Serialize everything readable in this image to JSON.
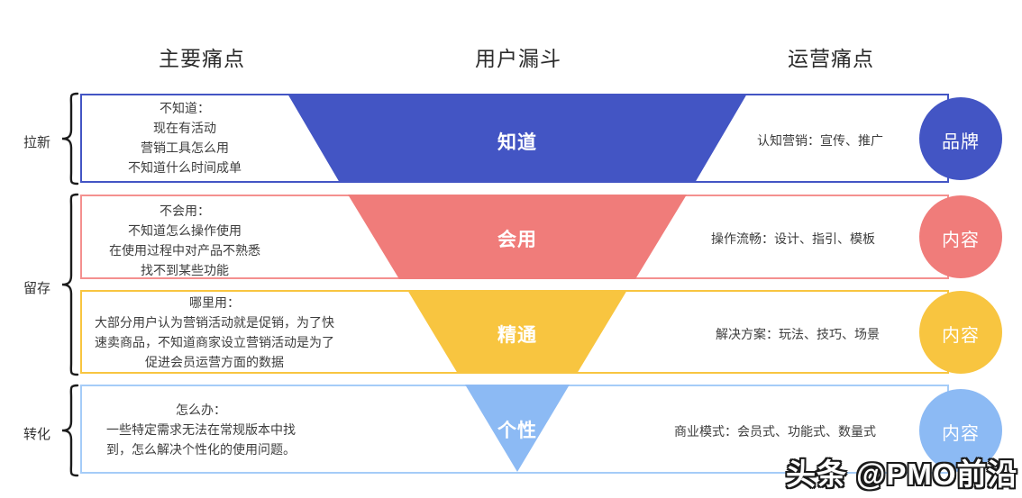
{
  "headers": [
    {
      "label": "主要痛点"
    },
    {
      "label": "用户漏斗"
    },
    {
      "label": "运营痛点"
    }
  ],
  "groups": [
    {
      "label": "拉新"
    },
    {
      "label": "留存"
    },
    {
      "label": "转化"
    }
  ],
  "rows": [
    {
      "pain_lines": [
        "不知道：",
        "现在有活动",
        "营销工具怎么用",
        "不知道什么时间成单"
      ],
      "funnel_label": "知道",
      "ops_text": "认知营销：宣传、推广",
      "circle_label": "品牌",
      "funnel_color": "#4355C4",
      "border_color": "#4355C4",
      "circle_color": "#4355C4"
    },
    {
      "pain_lines": [
        "不会用：",
        "不知道怎么操作使用",
        "在使用过程中对产品不熟悉",
        "找不到某些功能"
      ],
      "funnel_label": "会用",
      "ops_text": "操作流畅：设计、指引、模板",
      "circle_label": "内容",
      "funnel_color": "#F07C7A",
      "border_color": "#F4908F",
      "circle_color": "#F07C7A"
    },
    {
      "pain_lines": [
        "哪里用：",
        "大部分用户认为营销活动就是促销，为了快",
        "速卖商品，不知道商家设立营销活动是为了",
        "促进会员运营方面的数据"
      ],
      "funnel_label": "精通",
      "ops_text": "解决方案：玩法、技巧、场景",
      "circle_label": "内容",
      "funnel_color": "#F8C540",
      "border_color": "#F8C540",
      "circle_color": "#F8C540"
    },
    {
      "pain_lines": [
        "怎么办：",
        "一些特定需求无法在常规版本中找",
        "到，怎么解决个性化的使用问题。"
      ],
      "funnel_label": "个性",
      "ops_text": "商业模式：会员式、功能式、数量式",
      "circle_label": "内容",
      "funnel_color": "#8CBAF4",
      "border_color": "#A5CCF8",
      "circle_color": "#8CBAF4"
    }
  ],
  "watermark": "头条 @PMO前沿"
}
